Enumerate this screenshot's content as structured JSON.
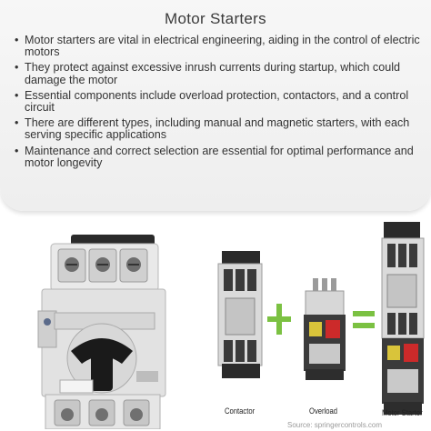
{
  "title": "Motor Starters",
  "bullets": [
    "Motor starters are vital in electrical engineering, aiding in the control of electric motors",
    "They protect against excessive inrush currents during startup, which could damage the motor",
    "Essential components include overload protection, contactors, and a control circuit",
    "There are different types, including manual and magnetic starters, with each serving specific applications",
    "Maintenance and correct selection are essential for optimal performance and motor longevity"
  ],
  "labels": {
    "contactor": "Contactor",
    "overload": "Overload",
    "motor_starter": "Motor Starter"
  },
  "credit": "Source: springercontrols.com",
  "colors": {
    "plus": "#7bc142",
    "equals": "#7bc142",
    "knob": "#1a1a1a",
    "housing": "#e4e4e4"
  }
}
